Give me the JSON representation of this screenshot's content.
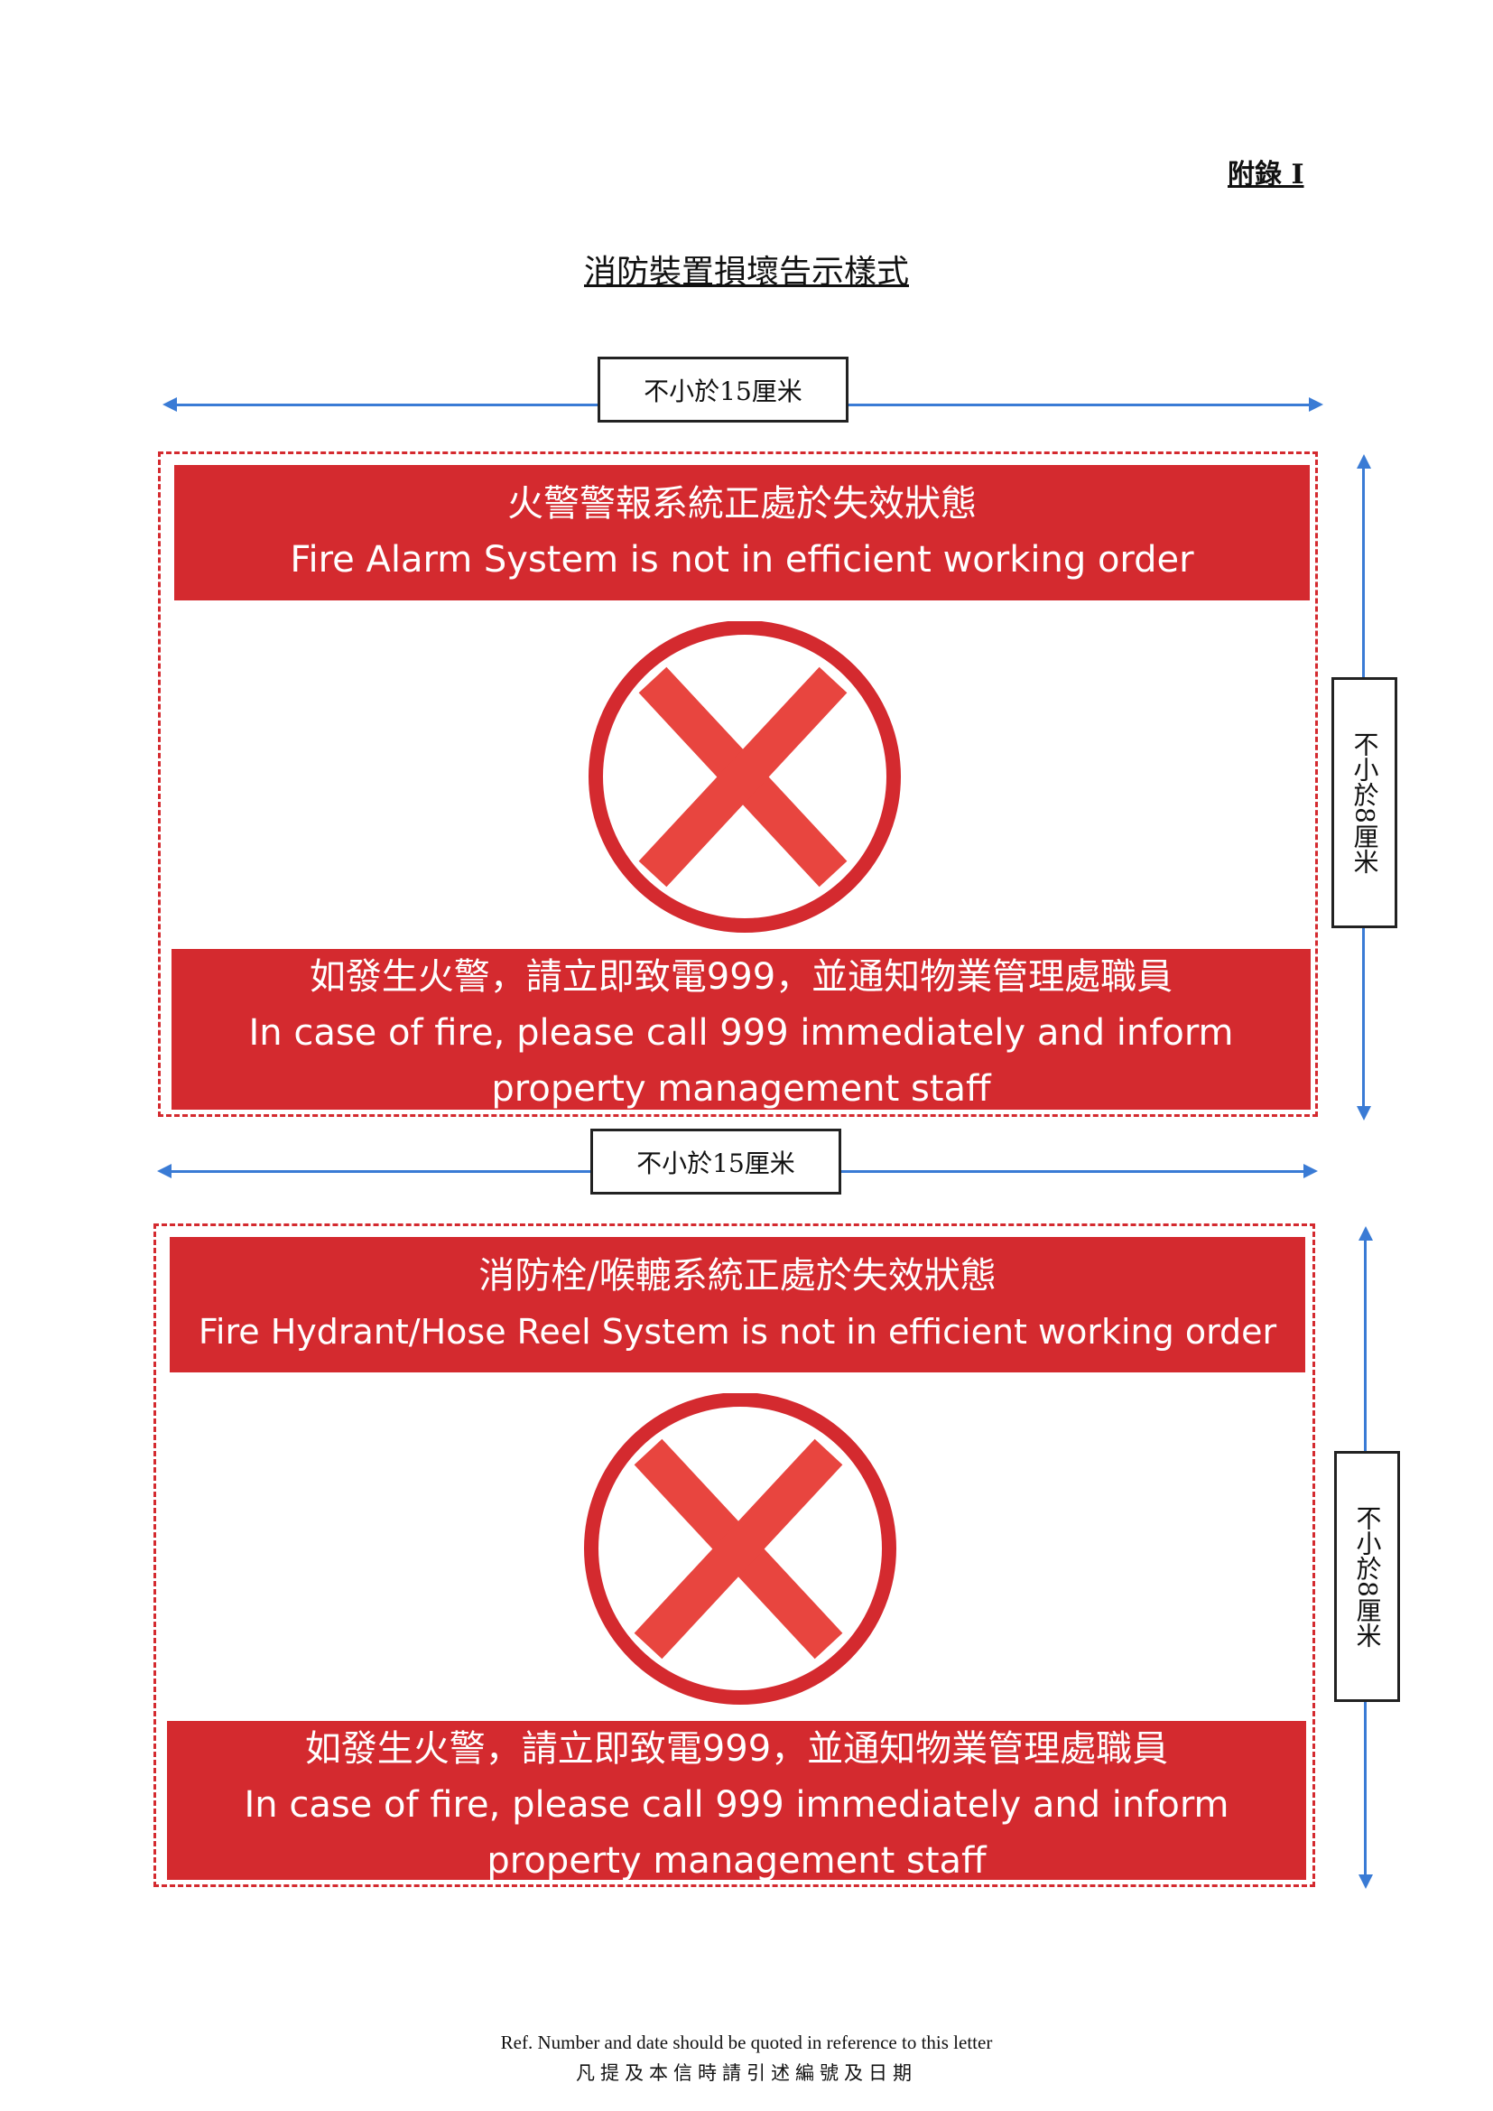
{
  "header": {
    "appendix": "附錄 I",
    "title": "消防裝置損壞告示樣式"
  },
  "dimensions": {
    "width": "不小於15厘米",
    "height": "不小於8厘米"
  },
  "signs": [
    {
      "top_zh": "火警警報系統正處於失效狀態",
      "top_en": "Fire Alarm System is not in efficient working order",
      "bottom_zh": "如發生火警，請立即致電999，並通知物業管理處職員",
      "bottom_en1": "In case of fire, please call 999 immediately and inform",
      "bottom_en2": "property management staff"
    },
    {
      "top_zh": "消防栓/喉轆系統正處於失效狀態",
      "top_en": "Fire Hydrant/Hose Reel System is not in efficient working order",
      "bottom_zh": "如發生火警，請立即致電999，並通知物業管理處職員",
      "bottom_en1": "In case of fire, please call 999 immediately and inform",
      "bottom_en2": "property management staff"
    }
  ],
  "footer": {
    "en": "Ref. Number and date should be quoted in reference to this letter",
    "zh": "凡提及本信時請引述編號及日期"
  },
  "colors": {
    "sign_red": "#d42a2f",
    "dimension_blue": "#3a7bd5"
  }
}
